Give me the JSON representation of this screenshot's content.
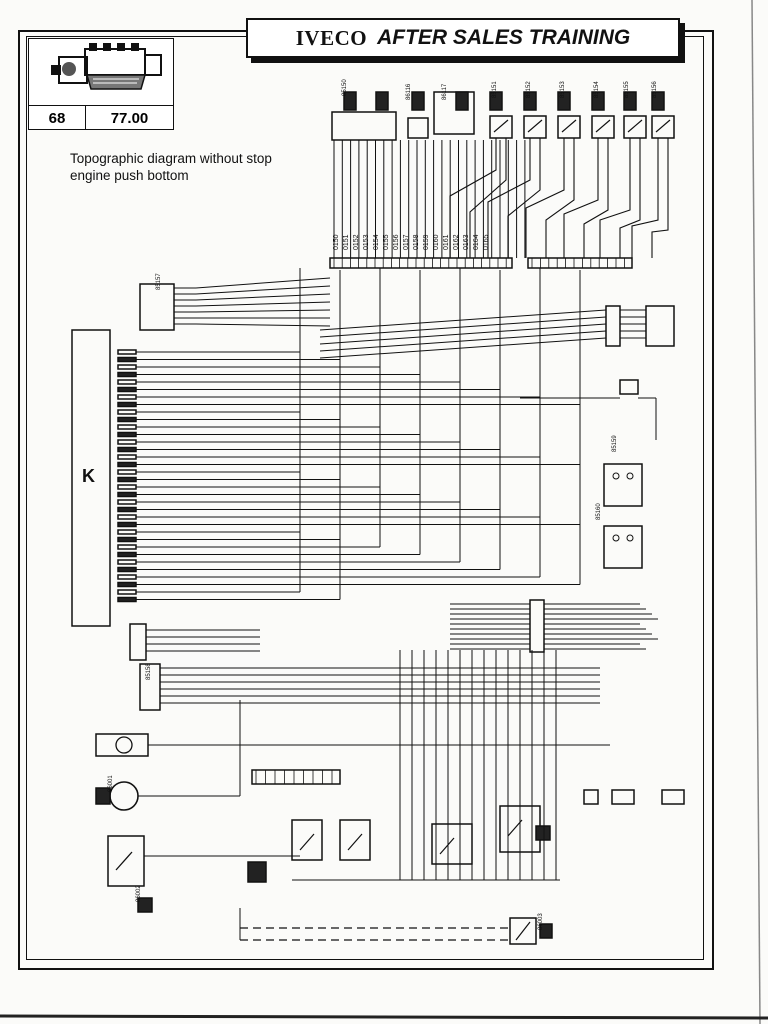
{
  "header": {
    "brand": "IVECO",
    "title": "AFTER SALES TRAINING"
  },
  "tab": {
    "page_number": "68",
    "section": "77.00"
  },
  "caption": {
    "line1": "Topographic diagram without stop",
    "line2": "engine push bottom"
  },
  "diagram": {
    "block_symbol": "K",
    "connector_labels": [
      "0150",
      "0151",
      "0152",
      "0153",
      "0154",
      "0155",
      "0156",
      "0157",
      "0158",
      "0159",
      "0160",
      "0161",
      "0162",
      "0163",
      "0164",
      "0165"
    ],
    "component_labels": [
      "85150",
      "86116",
      "86117",
      "85151",
      "85152",
      "85153",
      "85154",
      "85155",
      "85156",
      "85157",
      "85158",
      "85159",
      "85160",
      "86001",
      "86002",
      "86003"
    ]
  },
  "colors": {
    "ink": "#111111",
    "paper": "#fbfbf9"
  }
}
